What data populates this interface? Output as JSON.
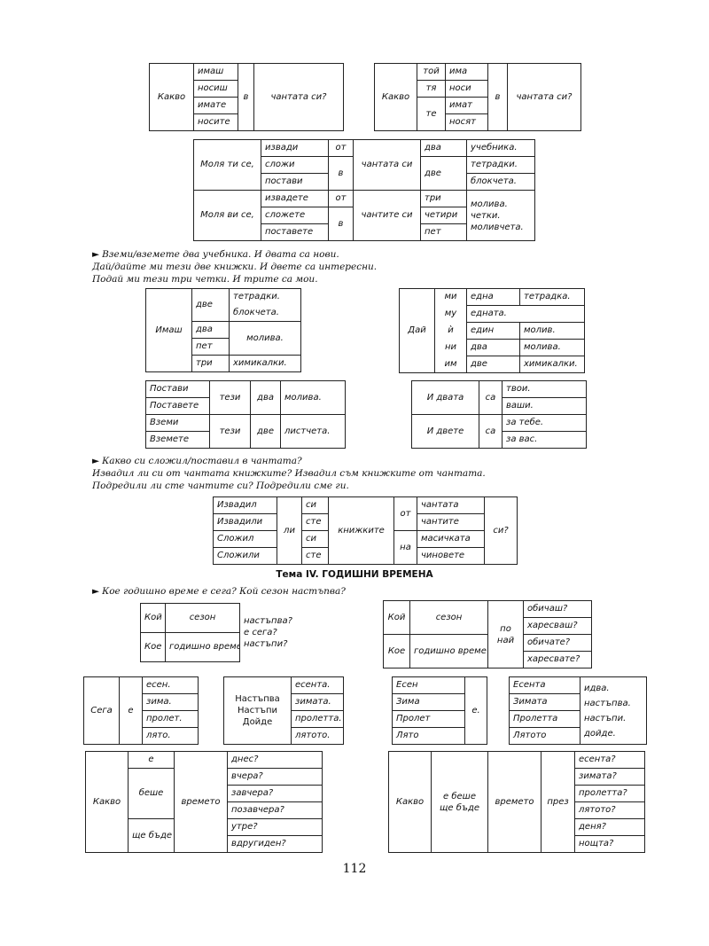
{
  "t1": {
    "q": "Какво",
    "forms": [
      "имаш",
      "носиш",
      "имате",
      "носите"
    ],
    "prep": "в",
    "obj": "чантата си?"
  },
  "t2": {
    "q": "Какво",
    "pron": [
      "той",
      "тя",
      "те"
    ],
    "forms": [
      "има",
      "носи",
      "имат",
      "носят"
    ],
    "prep": "в",
    "obj": "чантата си?"
  },
  "t3": {
    "r1": {
      "lead": "Моля ти се,",
      "verbs": [
        "извади",
        "сложи",
        "постави"
      ],
      "p1": "от",
      "p2": "в",
      "bag": "чантата си",
      "nums": [
        "два",
        "две"
      ],
      "items": [
        "учебника.",
        "тетрадки.",
        "блокчета."
      ]
    },
    "r2": {
      "lead": "Моля ви се,",
      "verbs": [
        "извадете",
        "сложете",
        "поставете"
      ],
      "p1": "от",
      "p2": "в",
      "bag": "чантите си",
      "nums": [
        "три",
        "четири",
        "пет"
      ],
      "items": [
        "молива.",
        "четки.",
        "моливчета."
      ]
    }
  },
  "b1": [
    "Вземи/вземете два учебника. И двата са нови.",
    "Дай/дайте ми тези две книжки. И двете са интересни.",
    "Подай ми тези три четки. И трите са мои."
  ],
  "t4": {
    "verb": "Имаш",
    "rows": [
      [
        "две",
        "тетрадки."
      ],
      [
        "",
        "блокчета."
      ],
      [
        "два",
        "молива."
      ],
      [
        "пет",
        ""
      ],
      [
        "три",
        "химикалки."
      ]
    ]
  },
  "t5": {
    "verb": "Дай",
    "pron": [
      "ми",
      "му",
      "ѝ",
      "ни",
      "им"
    ],
    "rows": [
      [
        "една",
        "тетрадка."
      ],
      [
        "едната.",
        ""
      ],
      [
        "един",
        "молив."
      ],
      [
        "два",
        "молива."
      ],
      [
        "две",
        "химикалки."
      ]
    ]
  },
  "t6": {
    "verbs": [
      "Постави",
      "Поставете",
      "Вземи",
      "Вземете"
    ],
    "dem": "тези",
    "nums": [
      "два",
      "две"
    ],
    "items": [
      "молива.",
      "листчета."
    ]
  },
  "t7": {
    "subj": [
      "И двата",
      "И двете"
    ],
    "cop": "са",
    "poss": [
      "твои.",
      "ваши.",
      "за тебе.",
      "за вас."
    ]
  },
  "b2": [
    "Какво си сложил/поставил в чантата?",
    "Извадил ли си от чантата книжките? Извадил съм книжките от чантата.",
    "Подредили ли сте чантите си? Подредили сме ги."
  ],
  "t8": {
    "verbs": [
      "Извадил",
      "Извадили",
      "Сложил",
      "Сложили"
    ],
    "li": "ли",
    "aux": [
      "си",
      "сте",
      "си",
      "сте"
    ],
    "obj": "книжките",
    "p1": "от",
    "p2": "на",
    "places": [
      "чантата",
      "чантите",
      "масичката",
      "чиновете"
    ],
    "end": "си?"
  },
  "title": "Тема IV. ГОДИШНИ ВРЕМЕНА",
  "b3": "Кое годишно време е сега? Кой сезон настъпва?",
  "t9": {
    "q": [
      "Кой",
      "Кое"
    ],
    "n": [
      "сезон",
      "годишно време"
    ],
    "v": [
      "настъпва?",
      "е сега?",
      "настъпи?"
    ]
  },
  "t10": {
    "q": [
      "Кой",
      "Кое"
    ],
    "n": [
      "сезон",
      "годишно време"
    ],
    "adv": "по най",
    "v": [
      "обичаш?",
      "харесваш?",
      "обичате?",
      "харесвате?"
    ]
  },
  "t11": {
    "adv": "Сега",
    "cop": "е",
    "s": [
      "есен.",
      "зима.",
      "пролет.",
      "лято."
    ]
  },
  "t12": {
    "v": "Настъпва Настъпи Дойде",
    "s": [
      "есента.",
      "зимата.",
      "пролетта.",
      "лятото."
    ]
  },
  "t13": {
    "s": [
      "Есен",
      "Зима",
      "Пролет",
      "Лято"
    ],
    "cop": "е."
  },
  "t14": {
    "s": [
      "Есента",
      "Зимата",
      "Пролетта",
      "Лятото"
    ],
    "v": [
      "идва.",
      "настъпва.",
      "настъпи.",
      "дойде."
    ]
  },
  "t15": {
    "q": "Какво",
    "aux": [
      "е",
      "беше",
      "ще бъде"
    ],
    "n": "времето",
    "t": [
      "днес?",
      "вчера?",
      "завчера?",
      "позавчера?",
      "утре?",
      "вдругиден?"
    ]
  },
  "t16": {
    "q": "Какво",
    "aux": "е беше ще бъде",
    "n": "времето",
    "prep": "през",
    "t": [
      "есента?",
      "зимата?",
      "пролетта?",
      "лятото?",
      "деня?",
      "нощта?"
    ]
  },
  "page": "112"
}
